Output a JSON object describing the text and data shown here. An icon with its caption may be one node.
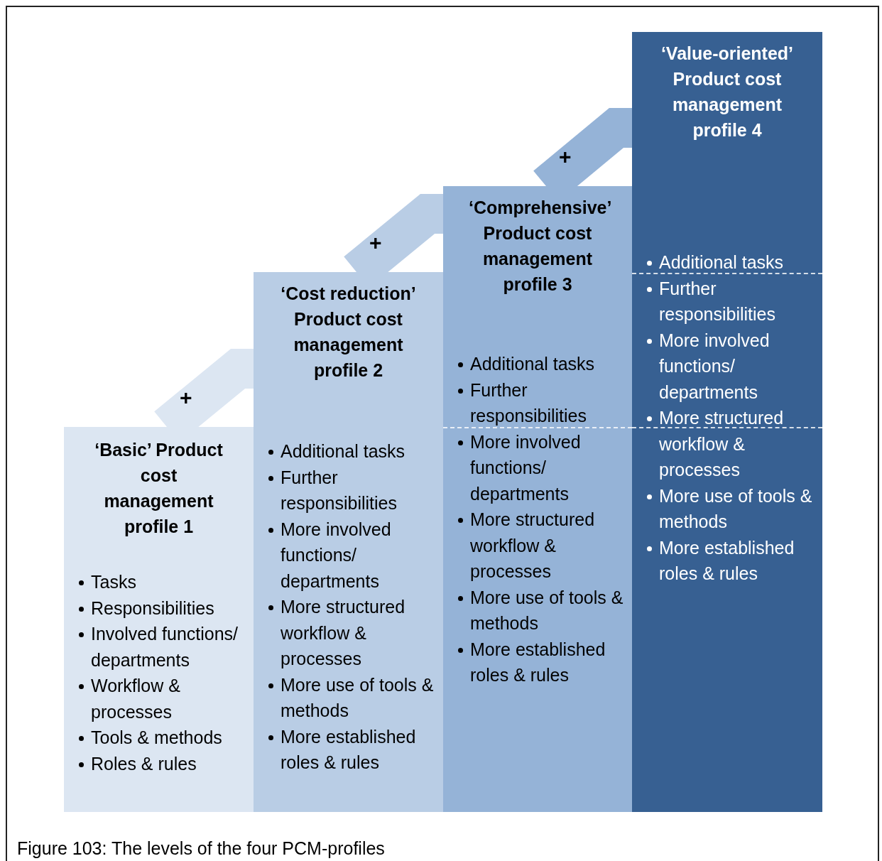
{
  "diagram": {
    "caption": "Figure 103: The levels of the four PCM-profiles",
    "nodes": [
      {
        "text": [
          "‘Basic’ Product cost management profile 1",
          "Tasks",
          "Responsibilities",
          "Involved functions/ departments",
          "Workflow & processes",
          "Tools & methods",
          "Roles & rules"
        ]
      },
      {
        "text": [
          "‘Cost reduction’ Product cost management profile 2",
          "Additional tasks",
          "Further responsibilities",
          "More involved functions/ departments",
          "More structured workflow & processes",
          "More use of tools & methods",
          "More established roles & rules"
        ]
      },
      {
        "text": [
          "‘Comprehensive’ Product cost management profile 3",
          "Additional tasks",
          "Further responsibilities",
          "More involved functions/ departments",
          "More structured workflow & processes",
          "More use of tools & methods",
          "More established roles & rules"
        ]
      },
      {
        "text": [
          "‘Value-oriented’ Product cost management profile 4",
          "Additional tasks",
          "Further responsibilities",
          "More involved functions/ departments",
          "More structured workflow & processes",
          "More use of tools & methods",
          "More established roles & rules"
        ]
      }
    ],
    "edges": [
      {
        "from": 0,
        "to": 1,
        "arrow": "none",
        "label": "+"
      },
      {
        "from": 1,
        "to": 2,
        "arrow": "none",
        "label": "+"
      },
      {
        "from": 2,
        "to": 3,
        "arrow": "none",
        "label": "+"
      }
    ]
  }
}
